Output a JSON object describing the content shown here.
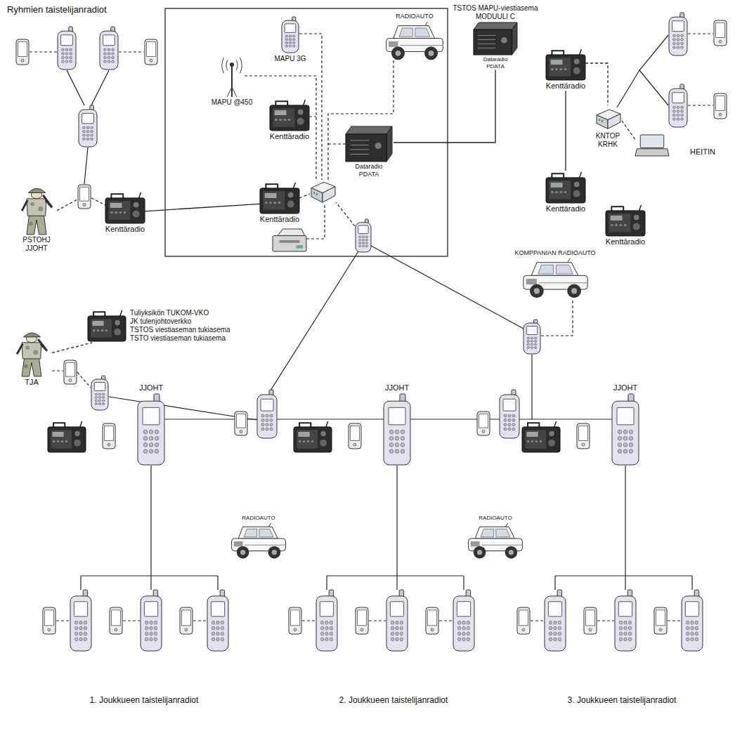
{
  "diagram": {
    "nodes": [
      {
        "text": [
          "MAPU 3G"
        ]
      },
      {
        "text": [
          "RADIOAUTO"
        ]
      },
      {
        "text": [
          "TSTOS MAPU-viestiasema MODUULI C",
          "Dataradio PDATA"
        ]
      },
      {
        "text": [
          "MAPU @450"
        ]
      },
      {
        "text": [
          "Kenttäradio"
        ]
      },
      {
        "text": [
          "Dataradio PDATA"
        ]
      },
      {
        "text": [
          "PSTOHJ JJOHT"
        ]
      },
      {
        "text": [
          "Kenttäradio"
        ]
      },
      {
        "text": [
          "Kenttäradio"
        ]
      },
      {
        "text": [
          "Kenttäradio"
        ]
      },
      {
        "text": [
          "KNTOP KRHK"
        ]
      },
      {
        "text": [
          "Kenttäradio"
        ]
      },
      {
        "text": [
          "Kenttäradio"
        ]
      },
      {
        "text": [
          "KOMPPANIAN RADIOAUTO"
        ]
      },
      {
        "text": [
          "TJA"
        ]
      },
      {
        "text": [
          "Tuliyksikön TUKOM-VKO",
          "JK tulenjohtoverkko",
          "TSTOS viestiaseman tukiasema",
          "TSTO viestiaseman tukiasema"
        ]
      },
      {
        "text": [
          "JJOHT"
        ]
      },
      {
        "text": [
          "JJOHT"
        ]
      },
      {
        "text": [
          "JJOHT"
        ]
      },
      {
        "text": [
          "RADIOAUTO"
        ]
      },
      {
        "text": [
          "RADIOAUTO"
        ]
      }
    ],
    "edges": [
      {
        "from": 7,
        "to": 8,
        "arrow": "none"
      },
      {
        "from": 5,
        "to": 2,
        "arrow": "none"
      },
      {
        "from": 9,
        "to": 10,
        "arrow": "none"
      },
      {
        "from": 9,
        "to": 11,
        "arrow": "none"
      },
      {
        "from": 14,
        "to": 15,
        "arrow": "none"
      }
    ],
    "labels": [
      "Ryhmien taistelijanradiot",
      "HEITIN",
      "1. Joukkueen taistelijanradiot",
      "2. Joukkueen taistelijanradiot",
      "3. Joukkueen taistelijanradiot"
    ]
  }
}
